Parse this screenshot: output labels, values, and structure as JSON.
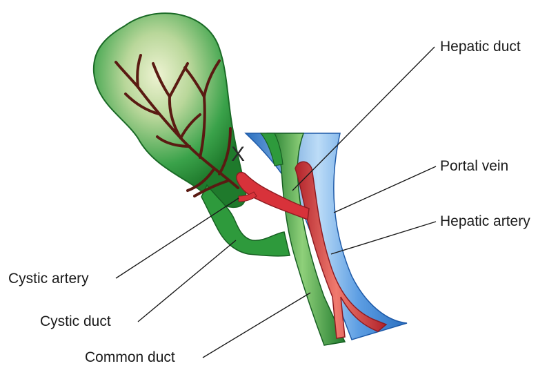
{
  "labels": {
    "hepatic_duct": "Hepatic duct",
    "portal_vein": "Portal vein",
    "hepatic_artery": "Hepatic artery",
    "cystic_artery": "Cystic artery",
    "cystic_duct": "Cystic duct",
    "common_duct": "Common duct",
    "ligation_mark": "X"
  },
  "colors": {
    "gallbladder_green": "#2e9a3c",
    "gallbladder_dark": "#1c6b28",
    "gallbladder_highlight": "#e6efc8",
    "artery_red": "#d8323a",
    "artery_dark": "#8e1c22",
    "vein_blue": "#3b86d6",
    "vein_light": "#b9d8f5",
    "branch_brown": "#5a1a12"
  }
}
